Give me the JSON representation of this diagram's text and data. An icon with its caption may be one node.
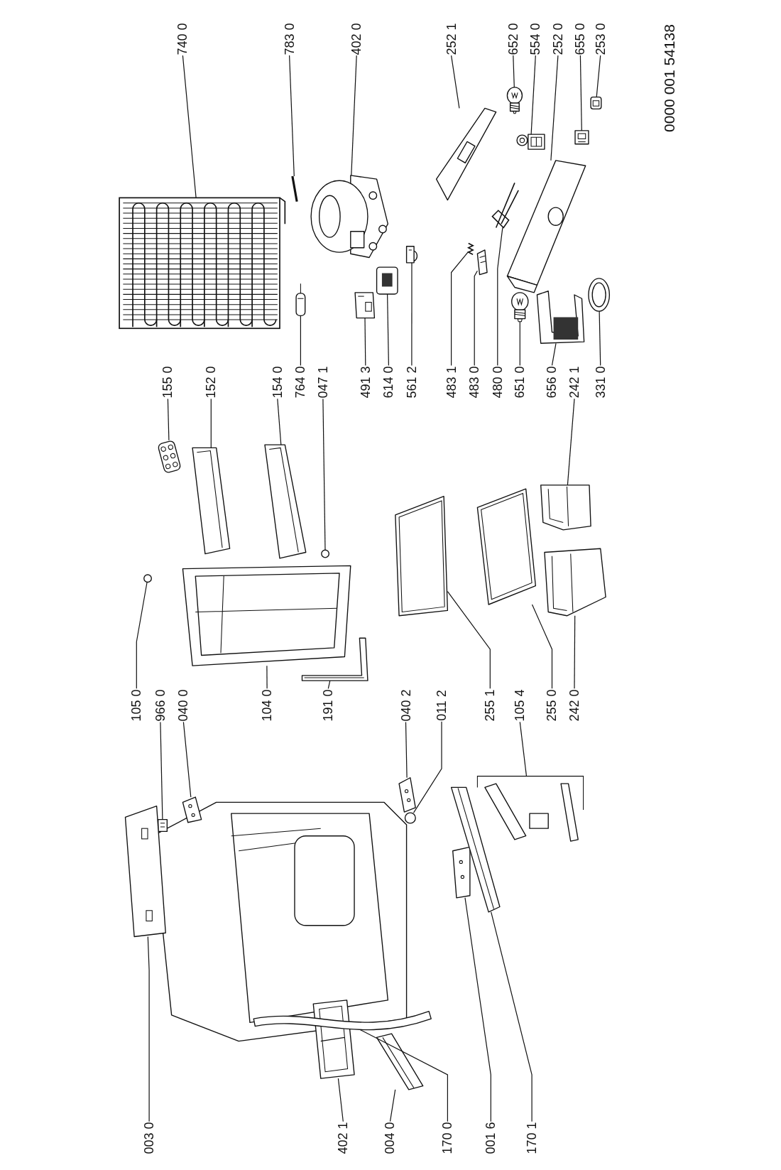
{
  "diagram": {
    "nodes": [
      {
        "text": [
          "740 0"
        ]
      },
      {
        "text": [
          "783 0"
        ]
      },
      {
        "text": [
          "402 0"
        ]
      },
      {
        "text": [
          "252 1"
        ]
      },
      {
        "text": [
          "652 0"
        ]
      },
      {
        "text": [
          "554 0"
        ]
      },
      {
        "text": [
          "252 0"
        ]
      },
      {
        "text": [
          "655 0"
        ]
      },
      {
        "text": [
          "253 0"
        ]
      },
      {
        "text": [
          "155 0"
        ]
      },
      {
        "text": [
          "152 0"
        ]
      },
      {
        "text": [
          "154 0"
        ]
      },
      {
        "text": [
          "764 0"
        ]
      },
      {
        "text": [
          "047 1"
        ]
      },
      {
        "text": [
          "491 3"
        ]
      },
      {
        "text": [
          "614 0"
        ]
      },
      {
        "text": [
          "561 2"
        ]
      },
      {
        "text": [
          "483 1"
        ]
      },
      {
        "text": [
          "483 0"
        ]
      },
      {
        "text": [
          "480 0"
        ]
      },
      {
        "text": [
          "651 0"
        ]
      },
      {
        "text": [
          "656 0"
        ]
      },
      {
        "text": [
          "242 1"
        ]
      },
      {
        "text": [
          "331 0"
        ]
      },
      {
        "text": [
          "105 0"
        ]
      },
      {
        "text": [
          "966 0"
        ]
      },
      {
        "text": [
          "040 0"
        ]
      },
      {
        "text": [
          "104 0"
        ]
      },
      {
        "text": [
          "191 0"
        ]
      },
      {
        "text": [
          "040 2"
        ]
      },
      {
        "text": [
          "011 2"
        ]
      },
      {
        "text": [
          "255 1"
        ]
      },
      {
        "text": [
          "105 4"
        ]
      },
      {
        "text": [
          "255 0"
        ]
      },
      {
        "text": [
          "242 0"
        ]
      },
      {
        "text": [
          "003 0"
        ]
      },
      {
        "text": [
          "402 1"
        ]
      },
      {
        "text": [
          "004 0"
        ]
      },
      {
        "text": [
          "170 0"
        ]
      },
      {
        "text": [
          "001 6"
        ]
      },
      {
        "text": [
          "170 1"
        ]
      },
      {
        "text": [],
        "shape": "picture"
      },
      {
        "text": [],
        "shape": "picture"
      },
      {
        "text": [],
        "shape": "picture"
      },
      {
        "text": [],
        "shape": "picture"
      },
      {
        "text": [],
        "shape": "picture"
      },
      {
        "text": [],
        "shape": "picture"
      },
      {
        "text": [],
        "shape": "picture"
      },
      {
        "text": [],
        "shape": "picture"
      },
      {
        "text": [],
        "shape": "picture"
      },
      {
        "text": [],
        "shape": "picture"
      },
      {
        "text": [],
        "shape": "picture"
      },
      {
        "text": [],
        "shape": "picture"
      },
      {
        "text": [],
        "shape": "picture"
      },
      {
        "text": [],
        "shape": "circle"
      },
      {
        "text": [],
        "shape": "picture"
      },
      {
        "text": [],
        "shape": "picture"
      },
      {
        "text": [],
        "shape": "picture"
      },
      {
        "text": [],
        "shape": "picture"
      },
      {
        "text": [],
        "shape": "picture"
      },
      {
        "text": [],
        "shape": "picture"
      },
      {
        "text": [],
        "shape": "picture"
      },
      {
        "text": [],
        "shape": "picture"
      },
      {
        "text": [],
        "shape": "picture"
      },
      {
        "text": [],
        "shape": "picture"
      },
      {
        "text": [],
        "shape": "circle"
      },
      {
        "text": [],
        "shape": "picture"
      },
      {
        "text": [],
        "shape": "picture"
      },
      {
        "text": [],
        "shape": "picture"
      },
      {
        "text": [],
        "shape": "picture"
      },
      {
        "text": [],
        "shape": "picture"
      },
      {
        "text": [],
        "shape": "circle"
      },
      {
        "text": [],
        "shape": "picture"
      },
      {
        "text": [],
        "shape": "picture"
      },
      {
        "text": [],
        "shape": "picture"
      },
      {
        "text": [],
        "shape": "picture"
      },
      {
        "text": [],
        "shape": "picture"
      },
      {
        "text": [],
        "shape": "picture"
      },
      {
        "text": [],
        "shape": "picture"
      },
      {
        "text": [],
        "shape": "picture"
      },
      {
        "text": [],
        "shape": "picture"
      },
      {
        "text": [],
        "shape": "picture"
      }
    ],
    "edges": [
      {
        "from": 0,
        "to": 41,
        "arrow": "none"
      },
      {
        "from": 1,
        "to": 42,
        "arrow": "none"
      },
      {
        "from": 2,
        "to": 43,
        "arrow": "none"
      },
      {
        "from": 3,
        "to": 44,
        "arrow": "none"
      },
      {
        "from": 4,
        "to": 45,
        "arrow": "none"
      },
      {
        "from": 5,
        "to": 46,
        "arrow": "none"
      },
      {
        "from": 6,
        "to": 47,
        "arrow": "none"
      },
      {
        "from": 7,
        "to": 48,
        "arrow": "none"
      },
      {
        "from": 8,
        "to": 49,
        "arrow": "none"
      },
      {
        "from": 9,
        "to": 50,
        "arrow": "none"
      },
      {
        "from": 10,
        "to": 51,
        "arrow": "none"
      },
      {
        "from": 11,
        "to": 52,
        "arrow": "none"
      },
      {
        "from": 12,
        "to": 53,
        "arrow": "none"
      },
      {
        "from": 13,
        "to": 54,
        "arrow": "none"
      },
      {
        "from": 14,
        "to": 55,
        "arrow": "none"
      },
      {
        "from": 15,
        "to": 56,
        "arrow": "none"
      },
      {
        "from": 16,
        "to": 57,
        "arrow": "none"
      },
      {
        "from": 17,
        "to": 58,
        "arrow": "none"
      },
      {
        "from": 18,
        "to": 59,
        "arrow": "none"
      },
      {
        "from": 19,
        "to": 60,
        "arrow": "none"
      },
      {
        "from": 20,
        "to": 61,
        "arrow": "none"
      },
      {
        "from": 21,
        "to": 62,
        "arrow": "none"
      },
      {
        "from": 22,
        "to": 63,
        "arrow": "none"
      },
      {
        "from": 23,
        "to": 64,
        "arrow": "none"
      },
      {
        "from": 24,
        "to": 65,
        "arrow": "none"
      },
      {
        "from": 25,
        "to": 66,
        "arrow": "none"
      },
      {
        "from": 26,
        "to": 67,
        "arrow": "none"
      },
      {
        "from": 27,
        "to": 68,
        "arrow": "none"
      },
      {
        "from": 28,
        "to": 69,
        "arrow": "none"
      },
      {
        "from": 29,
        "to": 70,
        "arrow": "none"
      },
      {
        "from": 30,
        "to": 71,
        "arrow": "none"
      },
      {
        "from": 31,
        "to": 72,
        "arrow": "none"
      },
      {
        "from": 32,
        "to": 73,
        "arrow": "none"
      },
      {
        "from": 33,
        "to": 74,
        "arrow": "none"
      },
      {
        "from": 34,
        "to": 75,
        "arrow": "none"
      },
      {
        "from": 35,
        "to": 76,
        "arrow": "none"
      },
      {
        "from": 36,
        "to": 77,
        "arrow": "none"
      },
      {
        "from": 37,
        "to": 78,
        "arrow": "none"
      },
      {
        "from": 38,
        "to": 79,
        "arrow": "none"
      },
      {
        "from": 39,
        "to": 80,
        "arrow": "none"
      },
      {
        "from": 40,
        "to": 81,
        "arrow": "none"
      }
    ],
    "labels": [
      "0000 001 54138"
    ]
  }
}
